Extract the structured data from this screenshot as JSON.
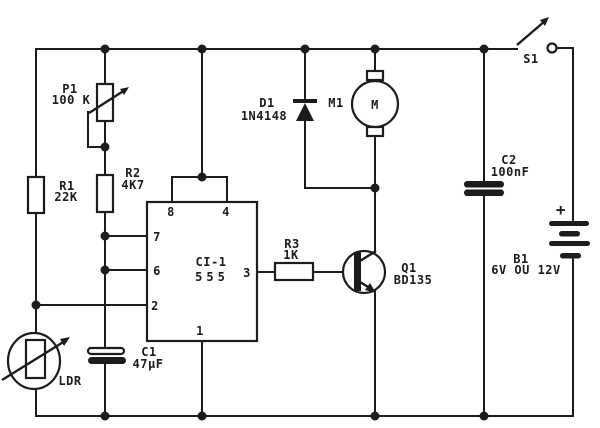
{
  "diagram": {
    "type": "circuit-schematic",
    "colors": {
      "ink": "#1c1c1c",
      "paper": "#ffffff"
    }
  },
  "components": {
    "p1": {
      "ref": "P1",
      "value": "100 K"
    },
    "r1": {
      "ref": "R1",
      "value": "22K"
    },
    "r2": {
      "ref": "R2",
      "value": "4K7"
    },
    "r3": {
      "ref": "R3",
      "value": "1K"
    },
    "c1": {
      "ref": "C1",
      "value": "47µF"
    },
    "c2": {
      "ref": "C2",
      "value": "100nF"
    },
    "d1": {
      "ref": "D1",
      "value": "1N4148"
    },
    "m1": {
      "ref": "M1",
      "symbol_letter": "M"
    },
    "q1": {
      "ref": "Q1",
      "value": "BD135"
    },
    "s1": {
      "ref": "S1"
    },
    "b1": {
      "ref": "B1",
      "value": "6V OU 12V",
      "polarity": "+"
    },
    "ldr": {
      "ref": "LDR"
    },
    "ic1": {
      "ref": "CI-1",
      "value": "555",
      "pins": {
        "pin1": "1",
        "pin2": "2",
        "pin3": "3",
        "pin4": "4",
        "pin6": "6",
        "pin7": "7",
        "pin8": "8"
      }
    }
  }
}
